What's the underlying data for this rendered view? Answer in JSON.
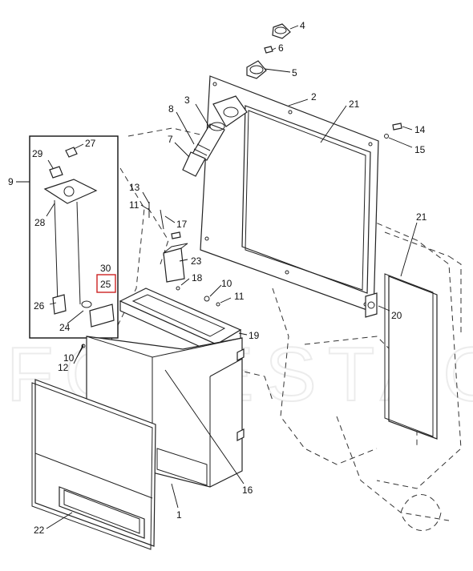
{
  "watermark": "FORESTAGR",
  "callouts": [
    {
      "id": "c4",
      "text": "4"
    },
    {
      "id": "c6",
      "text": "6"
    },
    {
      "id": "c5",
      "text": "5"
    },
    {
      "id": "c2",
      "text": "2"
    },
    {
      "id": "c3",
      "text": "3"
    },
    {
      "id": "c8",
      "text": "8"
    },
    {
      "id": "c7",
      "text": "7"
    },
    {
      "id": "c21a",
      "text": "21"
    },
    {
      "id": "c14",
      "text": "14"
    },
    {
      "id": "c15",
      "text": "15"
    },
    {
      "id": "c27",
      "text": "27"
    },
    {
      "id": "c29",
      "text": "29"
    },
    {
      "id": "c9",
      "text": "9"
    },
    {
      "id": "c28",
      "text": "28"
    },
    {
      "id": "c13",
      "text": "13"
    },
    {
      "id": "c11a",
      "text": "11"
    },
    {
      "id": "c17",
      "text": "17"
    },
    {
      "id": "c21b",
      "text": "21"
    },
    {
      "id": "c23",
      "text": "23"
    },
    {
      "id": "c18",
      "text": "18"
    },
    {
      "id": "c30",
      "text": "30"
    },
    {
      "id": "c25",
      "text": "25"
    },
    {
      "id": "c10a",
      "text": "10"
    },
    {
      "id": "c11b",
      "text": "11"
    },
    {
      "id": "c26",
      "text": "26"
    },
    {
      "id": "c24",
      "text": "24"
    },
    {
      "id": "c20",
      "text": "20"
    },
    {
      "id": "c19",
      "text": "19"
    },
    {
      "id": "c12",
      "text": "12"
    },
    {
      "id": "c10b",
      "text": "10"
    },
    {
      "id": "c16",
      "text": "16"
    },
    {
      "id": "c1",
      "text": "1"
    },
    {
      "id": "c22",
      "text": "22"
    }
  ],
  "colors": {
    "line": "#222222",
    "highlight": "#cc2222",
    "watermark": "#ececec"
  }
}
